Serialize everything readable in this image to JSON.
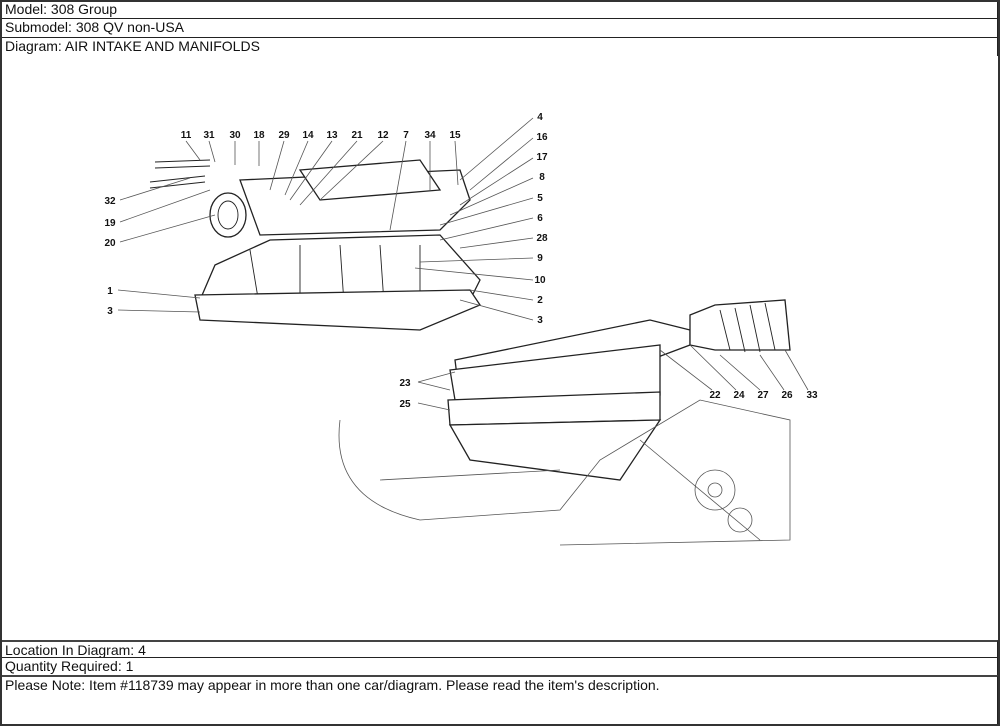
{
  "header": {
    "model": "Model: 308 Group",
    "submodel": "Submodel: 308 QV non-USA",
    "diagram": "Diagram: AIR INTAKE AND MANIFOLDS"
  },
  "diagram_callouts": [
    "11",
    "31",
    "30",
    "18",
    "29",
    "14",
    "13",
    "21",
    "12",
    "7",
    "34",
    "15",
    "4",
    "16",
    "17",
    "8",
    "5",
    "6",
    "28",
    "9",
    "10",
    "2",
    "3",
    "32",
    "19",
    "20",
    "1",
    "3",
    "23",
    "25",
    "22",
    "24",
    "27",
    "26",
    "33"
  ],
  "footer": {
    "location": "Location In Diagram: 4",
    "quantity": "Quantity Required: 1",
    "note": "Please Note: Item #118739 may appear in more than one car/diagram. Please read the item's description."
  }
}
